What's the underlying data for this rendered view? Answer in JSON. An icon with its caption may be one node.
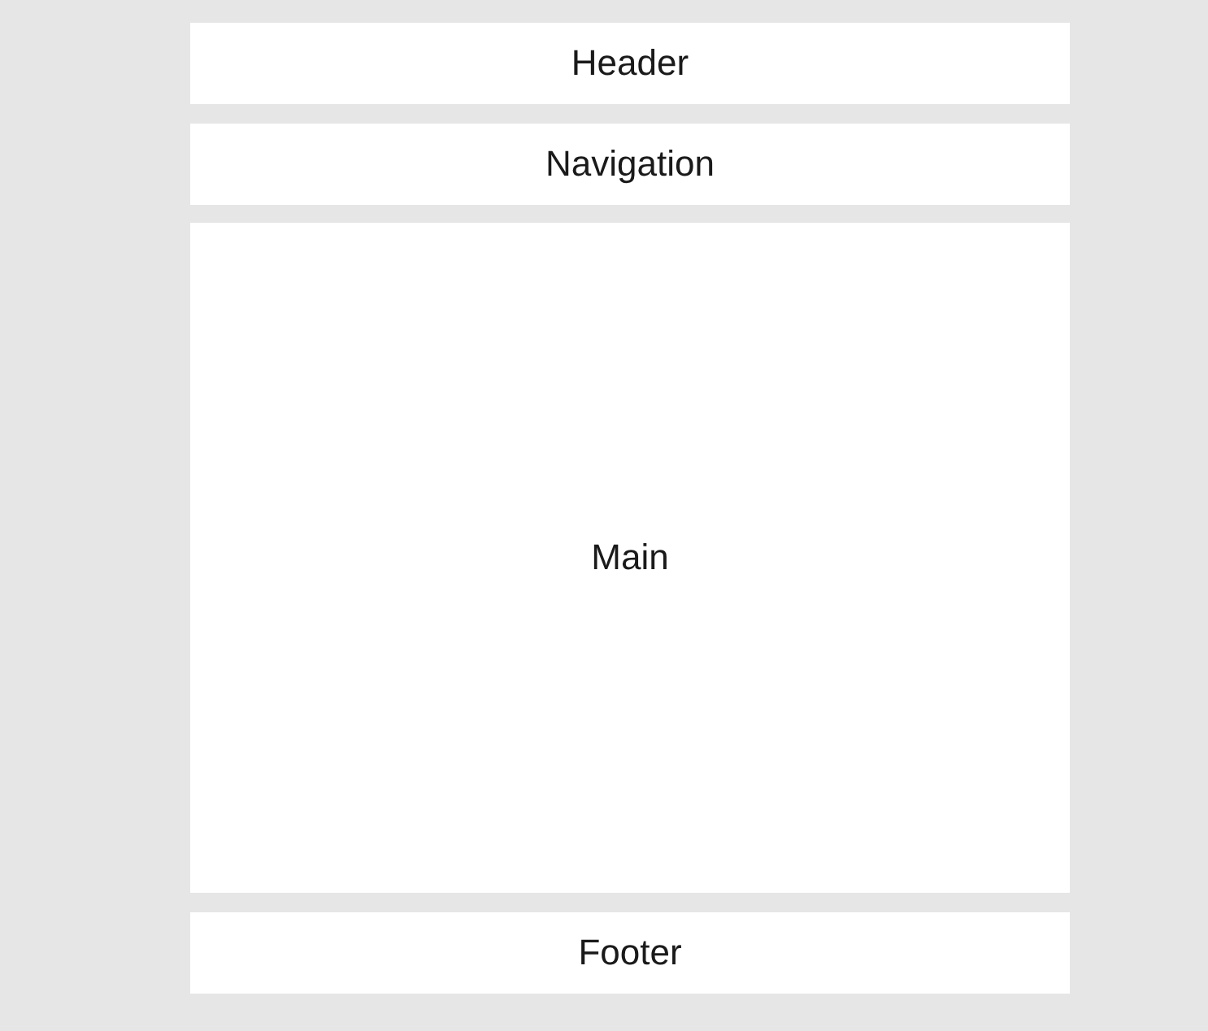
{
  "diagram": {
    "nodes": [
      {
        "text": [
          "Header"
        ]
      },
      {
        "text": [
          "Navigation"
        ]
      },
      {
        "text": [
          "Main"
        ]
      },
      {
        "text": [
          "Footer"
        ]
      }
    ]
  }
}
